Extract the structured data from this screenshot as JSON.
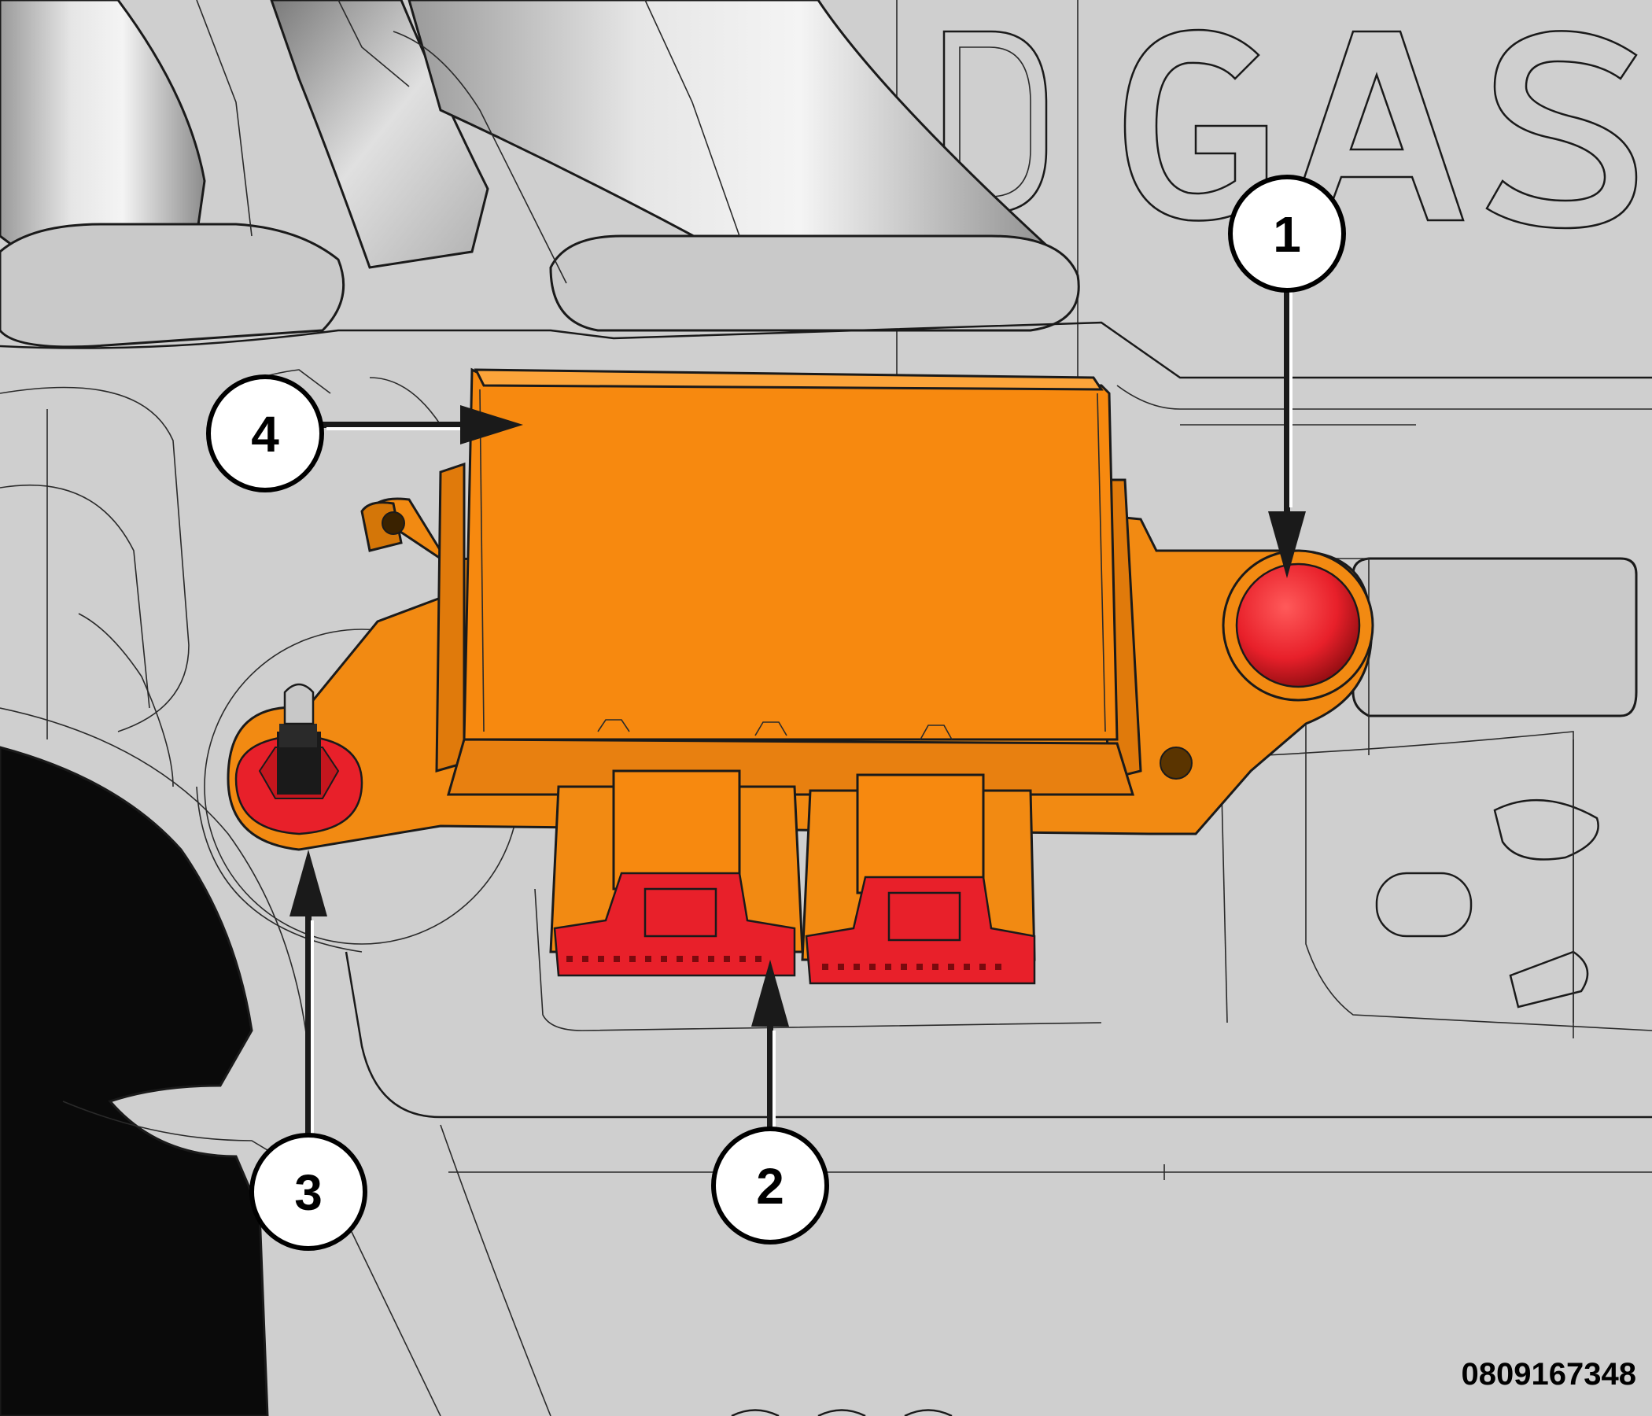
{
  "background_letters": "D GAS",
  "callouts": [
    {
      "number": "1"
    },
    {
      "number": "2"
    },
    {
      "number": "3"
    },
    {
      "number": "4"
    }
  ],
  "figure_id": "0809167348",
  "colors": {
    "module": "#f7890f",
    "highlight": "#e8202a",
    "background": "#cfcfcf"
  }
}
